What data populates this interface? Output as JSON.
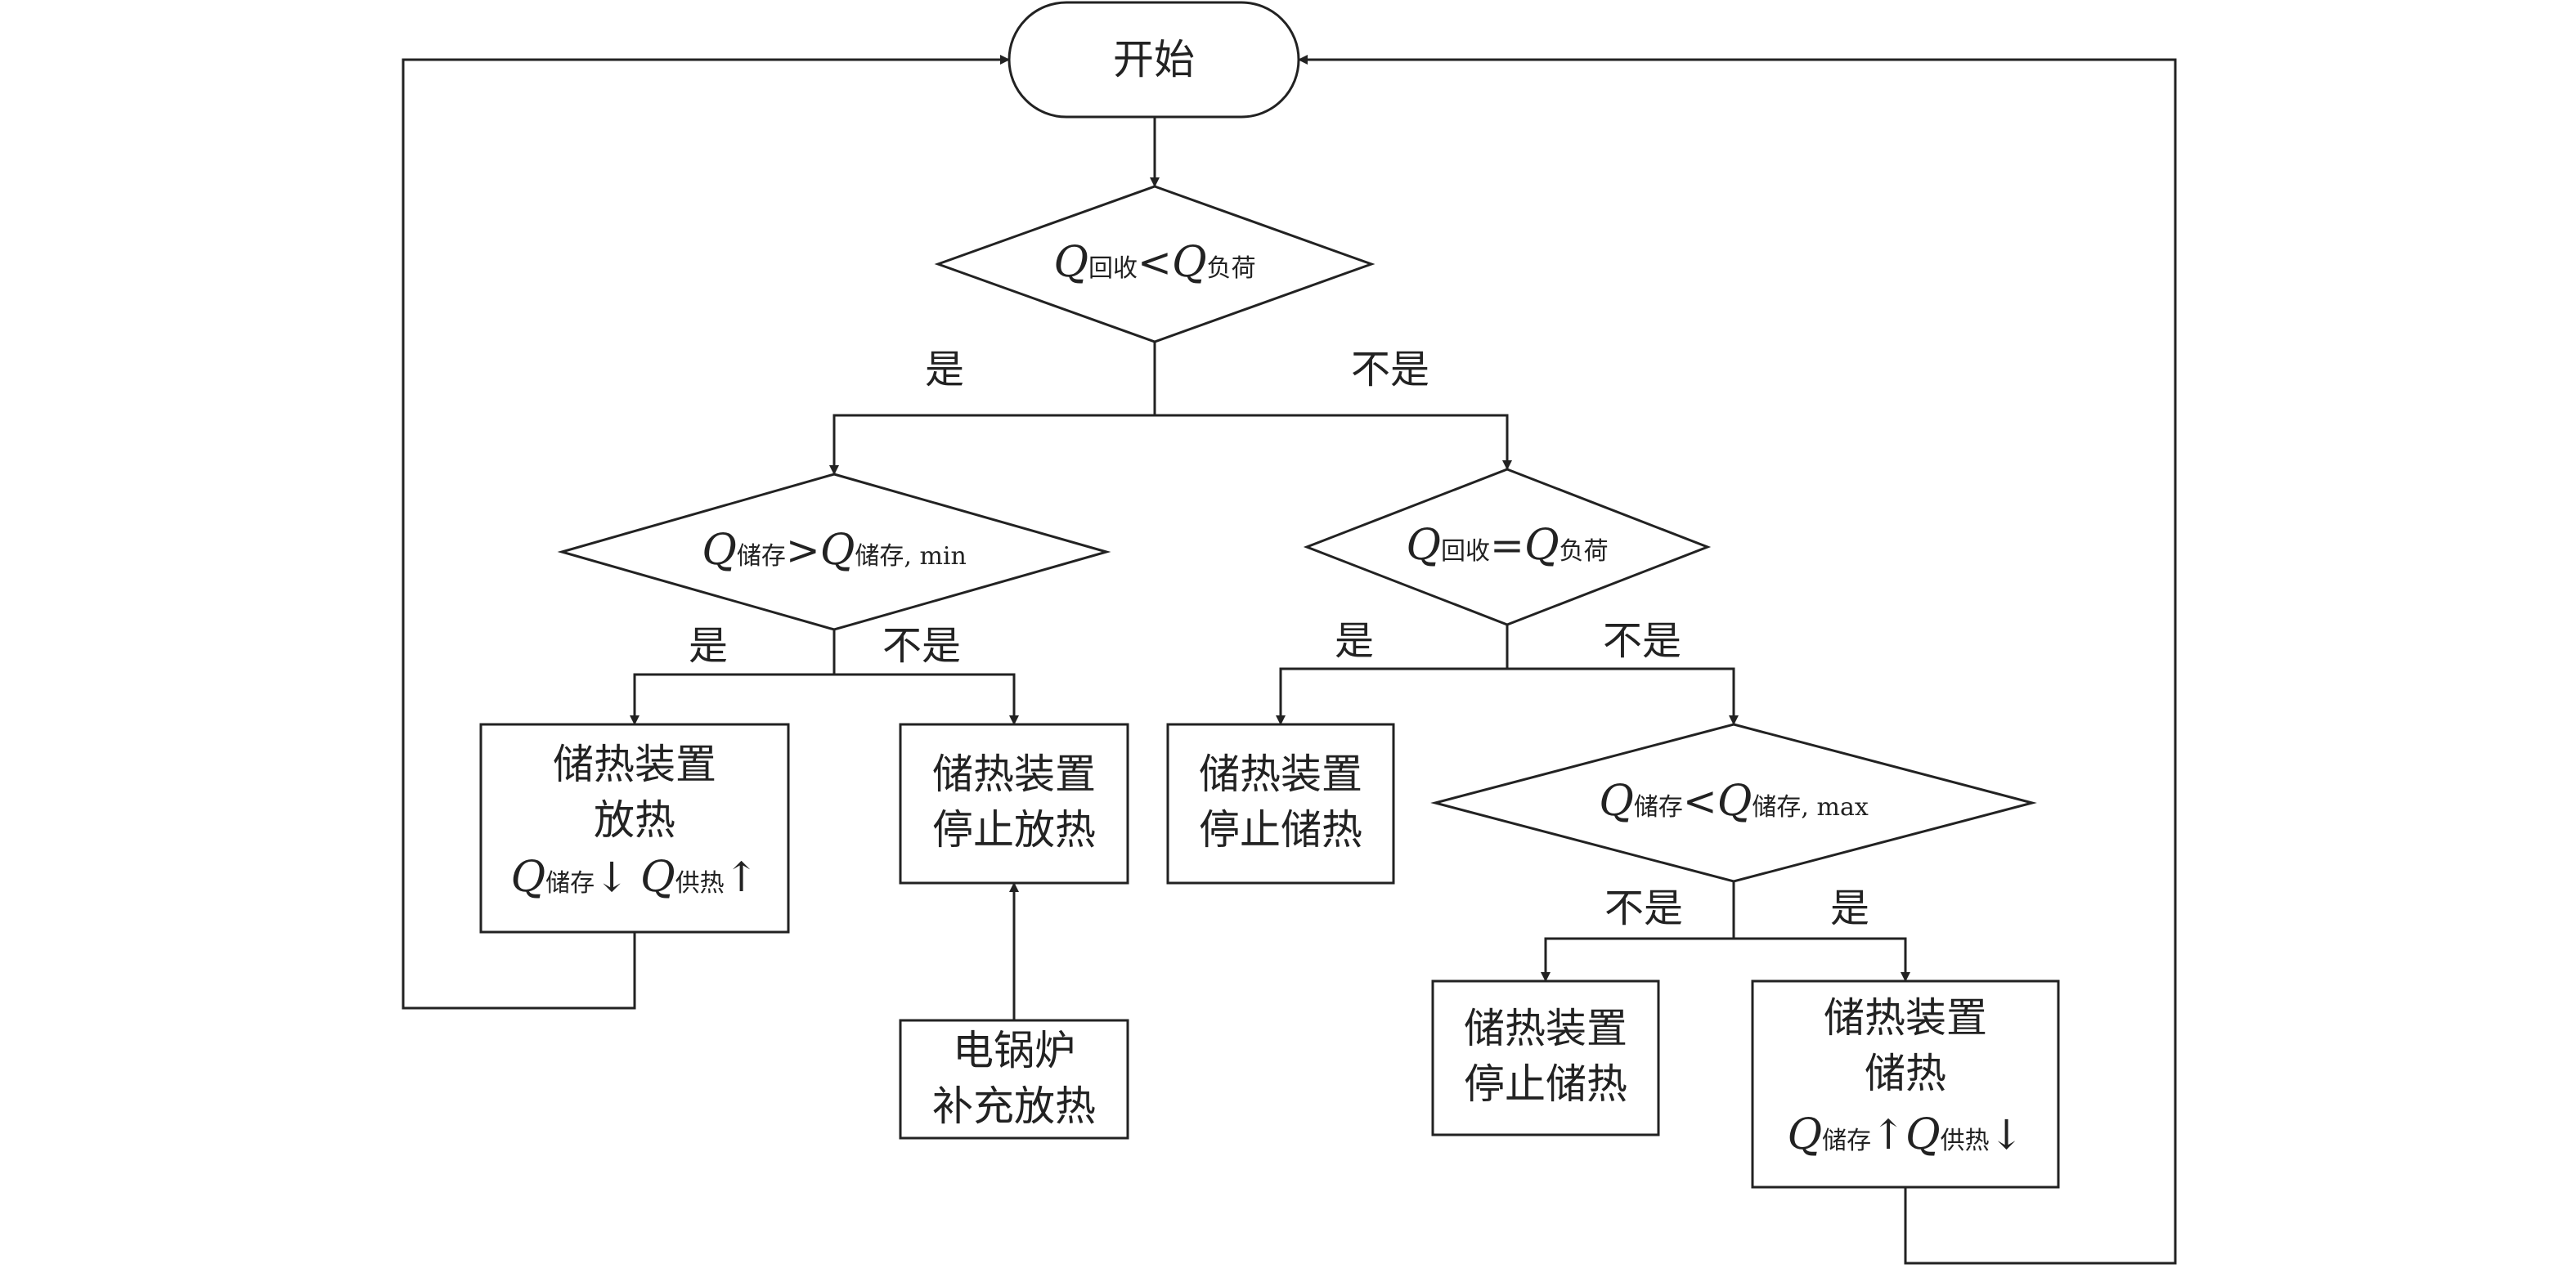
{
  "nodes": {
    "start": {
      "text": "开始"
    },
    "d1": {
      "q1": "Q",
      "s1": "回收",
      "op": "<",
      "q2": "Q",
      "s2": "负荷"
    },
    "d2": {
      "q1": "Q",
      "s1": "储存",
      "op": ">",
      "q2": "Q",
      "s2": "储存, min"
    },
    "d3": {
      "q1": "Q",
      "s1": "回收",
      "op": "=",
      "q2": "Q",
      "s2": "负荷"
    },
    "d4": {
      "q1": "Q",
      "s1": "储存",
      "op": "<",
      "q2": "Q",
      "s2": "储存, max"
    },
    "p1": {
      "line1": "储热装置",
      "line2": "放热",
      "q1": "Q",
      "s1": "储存",
      "a1": "↓",
      "q2": "Q",
      "s2": "供热",
      "a2": "↑"
    },
    "p2": {
      "line1": "储热装置",
      "line2": "停止放热"
    },
    "p3": {
      "line1": "电锅炉",
      "line2": "补充放热"
    },
    "p4": {
      "line1": "储热装置",
      "line2": "停止储热"
    },
    "p5": {
      "line1": "储热装置",
      "line2": "停止储热"
    },
    "p6": {
      "line1": "储热装置",
      "line2": "储热",
      "q1": "Q",
      "s1": "储存",
      "a1": "↑",
      "q2": "Q",
      "s2": "供热",
      "a2": "↓"
    }
  },
  "edge_labels": {
    "d1_yes": "是",
    "d1_no": "不是",
    "d2_yes": "是",
    "d2_no": "不是",
    "d3_yes": "是",
    "d3_no": "不是",
    "d4_no": "不是",
    "d4_yes": "是"
  }
}
